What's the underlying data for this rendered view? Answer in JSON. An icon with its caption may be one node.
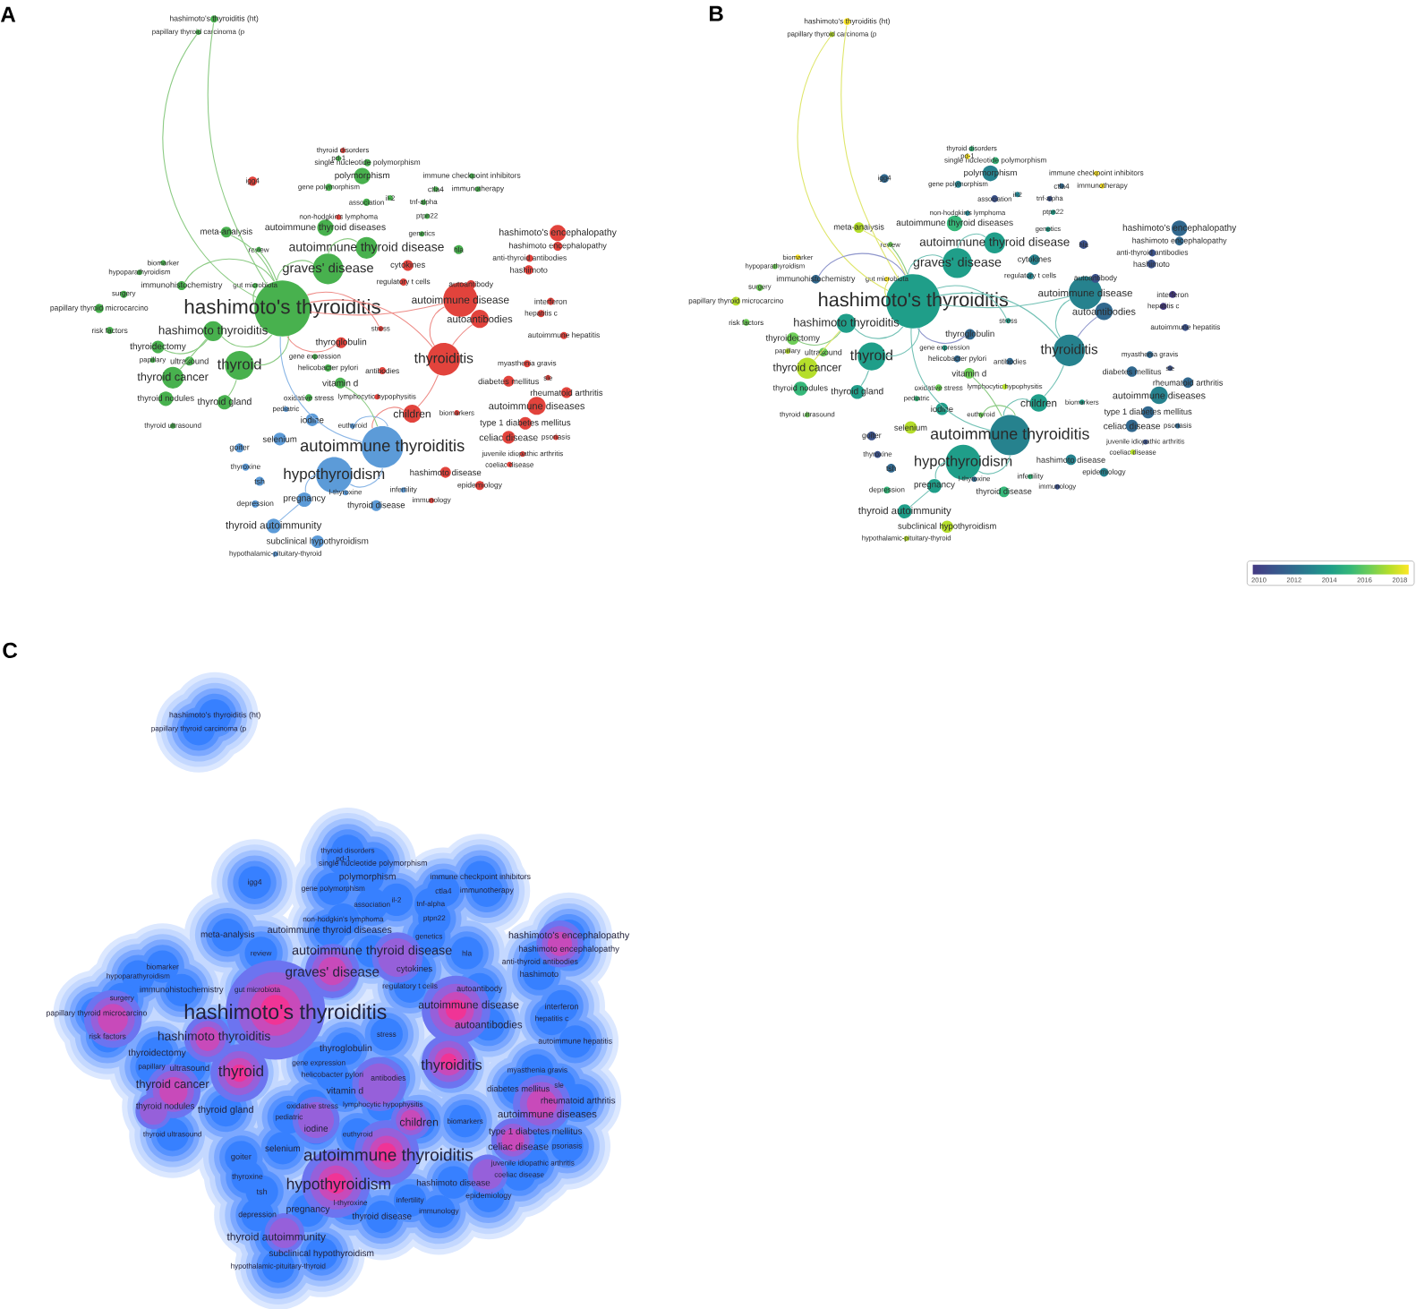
{
  "diagram": {
    "nodes": [
      {
        "text": [
          "hashimoto's thyroiditis (ht)"
        ]
      },
      {
        "text": [
          "papillary thyroid carcinoma (p"
        ]
      },
      {
        "text": [
          "pd-1"
        ]
      },
      {
        "text": [
          "thyroid disorders"
        ]
      },
      {
        "text": [
          "single nucleotide polymorphism"
        ]
      },
      {
        "text": [
          "polymorphism"
        ]
      },
      {
        "text": [
          "igg4"
        ]
      },
      {
        "text": [
          "immune checkpoint inhibitors"
        ]
      },
      {
        "text": [
          "gene polymorphism"
        ]
      },
      {
        "text": [
          "immunotherapy"
        ]
      },
      {
        "text": [
          "ctla4"
        ]
      },
      {
        "text": [
          "association"
        ]
      },
      {
        "text": [
          "il-2"
        ]
      },
      {
        "text": [
          "tnf-alpha"
        ]
      },
      {
        "text": [
          "ptpn22"
        ]
      },
      {
        "text": [
          "non-hodgkin's lymphoma"
        ]
      },
      {
        "text": [
          "meta-analysis"
        ]
      },
      {
        "text": [
          "autoimmune thyroid diseases"
        ]
      },
      {
        "text": [
          "genetics"
        ]
      },
      {
        "text": [
          "hashimoto's encephalopathy"
        ]
      },
      {
        "text": [
          "review"
        ]
      },
      {
        "text": [
          "autoimmune thyroid disease"
        ]
      },
      {
        "text": [
          "hla"
        ]
      },
      {
        "text": [
          "hashimoto encephalopathy"
        ]
      },
      {
        "text": [
          "anti-thyroid antibodies"
        ]
      },
      {
        "text": [
          "graves' disease"
        ]
      },
      {
        "text": [
          "cytokines"
        ]
      },
      {
        "text": [
          "biomarker"
        ]
      },
      {
        "text": [
          "hashimoto"
        ]
      },
      {
        "text": [
          "hypoparathyroidism"
        ]
      },
      {
        "text": [
          "autoantibody"
        ]
      },
      {
        "text": [
          "regulatory t cells"
        ]
      },
      {
        "text": [
          "immunohistochemistry"
        ]
      },
      {
        "text": [
          "gut microbiota"
        ]
      },
      {
        "text": [
          "autoimmune disease"
        ]
      },
      {
        "text": [
          "surgery"
        ]
      },
      {
        "text": [
          "interferon"
        ]
      },
      {
        "text": [
          "hashimoto's thyroiditis"
        ]
      },
      {
        "text": [
          "papillary thyroid microcarcino"
        ]
      },
      {
        "text": [
          "hepatitis c"
        ]
      },
      {
        "text": [
          "autoantibodies"
        ]
      },
      {
        "text": [
          "risk factors"
        ]
      },
      {
        "text": [
          "hashimoto thyroiditis"
        ]
      },
      {
        "text": [
          "stress"
        ]
      },
      {
        "text": [
          "autoimmune hepatitis"
        ]
      },
      {
        "text": [
          "thyroglobulin"
        ]
      },
      {
        "text": [
          "thyroidectomy"
        ]
      },
      {
        "text": [
          "thyroiditis"
        ]
      },
      {
        "text": [
          "myasthenia gravis"
        ]
      },
      {
        "text": [
          "gene expression"
        ]
      },
      {
        "text": [
          "papillary"
        ]
      },
      {
        "text": [
          "ultrasound"
        ]
      },
      {
        "text": [
          "thyroid"
        ]
      },
      {
        "text": [
          "helicobacter pylori"
        ]
      },
      {
        "text": [
          "antibodies"
        ]
      },
      {
        "text": [
          "thyroid cancer"
        ]
      },
      {
        "text": [
          "diabetes mellitus"
        ]
      },
      {
        "text": [
          "sle"
        ]
      },
      {
        "text": [
          "vitamin d"
        ]
      },
      {
        "text": [
          "rheumatoid arthritis"
        ]
      },
      {
        "text": [
          "oxidative stress"
        ]
      },
      {
        "text": [
          "lymphocytic hypophysitis"
        ]
      },
      {
        "text": [
          "thyroid nodules"
        ]
      },
      {
        "text": [
          "thyroid gland"
        ]
      },
      {
        "text": [
          "autoimmune diseases"
        ]
      },
      {
        "text": [
          "pediatric"
        ]
      },
      {
        "text": [
          "children"
        ]
      },
      {
        "text": [
          "biomarkers"
        ]
      },
      {
        "text": [
          "iodine"
        ]
      },
      {
        "text": [
          "euthyroid"
        ]
      },
      {
        "text": [
          "thyroid ultrasound"
        ]
      },
      {
        "text": [
          "type 1 diabetes mellitus"
        ]
      },
      {
        "text": [
          "selenium"
        ]
      },
      {
        "text": [
          "autoimmune thyroiditis"
        ]
      },
      {
        "text": [
          "celiac disease"
        ]
      },
      {
        "text": [
          "psoriasis"
        ]
      },
      {
        "text": [
          "goiter"
        ]
      },
      {
        "text": [
          "juvenile idiopathic arthritis"
        ]
      },
      {
        "text": [
          "coeliac disease"
        ]
      },
      {
        "text": [
          "thyroxine"
        ]
      },
      {
        "text": [
          "hashimoto disease"
        ]
      },
      {
        "text": [
          "hypothyroidism"
        ]
      },
      {
        "text": [
          "tsh"
        ]
      },
      {
        "text": [
          "epidemiology"
        ]
      },
      {
        "text": [
          "l-thyroxine"
        ]
      },
      {
        "text": [
          "infertility"
        ]
      },
      {
        "text": [
          "pregnancy"
        ]
      },
      {
        "text": [
          "depression"
        ]
      },
      {
        "text": [
          "immunology"
        ]
      },
      {
        "text": [
          "thyroid disease"
        ]
      },
      {
        "text": [
          "thyroid autoimmunity"
        ]
      },
      {
        "text": [
          "subclinical hypothyroidism"
        ]
      },
      {
        "text": [
          "hypothalamic-pituitary-thyroid"
        ]
      },
      {
        "text": [
          "hashimoto's thyroiditis (ht)"
        ]
      },
      {
        "text": [
          "papillary thyroid carcinoma (p"
        ]
      },
      {
        "text": [
          "pd-1"
        ]
      },
      {
        "text": [
          "thyroid disorders"
        ]
      },
      {
        "text": [
          "single nucleotide polymorphism"
        ]
      },
      {
        "text": [
          "polymorphism"
        ]
      },
      {
        "text": [
          "igg4"
        ]
      },
      {
        "text": [
          "immune checkpoint inhibitors"
        ]
      },
      {
        "text": [
          "gene polymorphism"
        ]
      },
      {
        "text": [
          "immunotherapy"
        ]
      },
      {
        "text": [
          "ctla4"
        ]
      },
      {
        "text": [
          "association"
        ]
      },
      {
        "text": [
          "il-2"
        ]
      },
      {
        "text": [
          "tnf-alpha"
        ]
      },
      {
        "text": [
          "ptpn22"
        ]
      },
      {
        "text": [
          "non-hodgkin's lymphoma"
        ]
      },
      {
        "text": [
          "meta-analysis"
        ]
      },
      {
        "text": [
          "autoimmune thyroid diseases"
        ]
      },
      {
        "text": [
          "genetics"
        ]
      },
      {
        "text": [
          "hashimoto's encephalopathy"
        ]
      },
      {
        "text": [
          "review"
        ]
      },
      {
        "text": [
          "autoimmune thyroid disease"
        ]
      },
      {
        "text": [
          "hla"
        ]
      },
      {
        "text": [
          "hashimoto encephalopathy"
        ]
      },
      {
        "text": [
          "anti-thyroid antibodies"
        ]
      },
      {
        "text": [
          "graves' disease"
        ]
      },
      {
        "text": [
          "cytokines"
        ]
      },
      {
        "text": [
          "biomarker"
        ]
      },
      {
        "text": [
          "hashimoto"
        ]
      },
      {
        "text": [
          "hypoparathyroidism"
        ]
      },
      {
        "text": [
          "autoantibody"
        ]
      },
      {
        "text": [
          "regulatory t cells"
        ]
      },
      {
        "text": [
          "immunohistochemistry"
        ]
      },
      {
        "text": [
          "gut microbiota"
        ]
      },
      {
        "text": [
          "autoimmune disease"
        ]
      },
      {
        "text": [
          "surgery"
        ]
      },
      {
        "text": [
          "interferon"
        ]
      },
      {
        "text": [
          "hashimoto's thyroiditis"
        ]
      },
      {
        "text": [
          "papillary thyroid microcarcino"
        ]
      },
      {
        "text": [
          "hepatitis c"
        ]
      },
      {
        "text": [
          "autoantibodies"
        ]
      },
      {
        "text": [
          "risk factors"
        ]
      },
      {
        "text": [
          "hashimoto thyroiditis"
        ]
      },
      {
        "text": [
          "stress"
        ]
      },
      {
        "text": [
          "autoimmune hepatitis"
        ]
      },
      {
        "text": [
          "thyroglobulin"
        ]
      },
      {
        "text": [
          "thyroidectomy"
        ]
      },
      {
        "text": [
          "thyroiditis"
        ]
      },
      {
        "text": [
          "myasthenia gravis"
        ]
      },
      {
        "text": [
          "gene expression"
        ]
      },
      {
        "text": [
          "papillary"
        ]
      },
      {
        "text": [
          "ultrasound"
        ]
      },
      {
        "text": [
          "thyroid"
        ]
      },
      {
        "text": [
          "helicobacter pylori"
        ]
      },
      {
        "text": [
          "antibodies"
        ]
      },
      {
        "text": [
          "thyroid cancer"
        ]
      },
      {
        "text": [
          "diabetes mellitus"
        ]
      },
      {
        "text": [
          "sle"
        ]
      },
      {
        "text": [
          "vitamin d"
        ]
      },
      {
        "text": [
          "rheumatoid arthritis"
        ]
      },
      {
        "text": [
          "oxidative stress"
        ]
      },
      {
        "text": [
          "lymphocytic hypophysitis"
        ]
      },
      {
        "text": [
          "thyroid nodules"
        ]
      },
      {
        "text": [
          "thyroid gland"
        ]
      },
      {
        "text": [
          "autoimmune diseases"
        ]
      },
      {
        "text": [
          "pediatric"
        ]
      },
      {
        "text": [
          "children"
        ]
      },
      {
        "text": [
          "biomarkers"
        ]
      },
      {
        "text": [
          "iodine"
        ]
      },
      {
        "text": [
          "euthyroid"
        ]
      },
      {
        "text": [
          "thyroid ultrasound"
        ]
      },
      {
        "text": [
          "type 1 diabetes mellitus"
        ]
      },
      {
        "text": [
          "selenium"
        ]
      },
      {
        "text": [
          "autoimmune thyroiditis"
        ]
      },
      {
        "text": [
          "celiac disease"
        ]
      },
      {
        "text": [
          "psoriasis"
        ]
      },
      {
        "text": [
          "goiter"
        ]
      },
      {
        "text": [
          "juvenile idiopathic arthritis"
        ]
      },
      {
        "text": [
          "coeliac disease"
        ]
      },
      {
        "text": [
          "thyroxine"
        ]
      },
      {
        "text": [
          "hashimoto disease"
        ]
      },
      {
        "text": [
          "hypothyroidism"
        ]
      },
      {
        "text": [
          "tsh"
        ]
      },
      {
        "text": [
          "epidemiology"
        ]
      },
      {
        "text": [
          "l-thyroxine"
        ]
      },
      {
        "text": [
          "infertility"
        ]
      },
      {
        "text": [
          "pregnancy"
        ]
      },
      {
        "text": [
          "depression"
        ]
      },
      {
        "text": [
          "immunology"
        ]
      },
      {
        "text": [
          "thyroid disease"
        ]
      },
      {
        "text": [
          "thyroid autoimmunity"
        ]
      },
      {
        "text": [
          "subclinical hypothyroidism"
        ]
      },
      {
        "text": [
          "hypothalamic-pituitary-thyroid"
        ]
      }
    ],
    "edges": [
      {
        "from": 37,
        "to": 0,
        "arrow": "none"
      },
      {
        "from": 37,
        "to": 1,
        "arrow": "none"
      },
      {
        "from": 37,
        "to": 16,
        "arrow": "none"
      },
      {
        "from": 37,
        "to": 20,
        "arrow": "none"
      },
      {
        "from": 25,
        "to": 21,
        "arrow": "none"
      },
      {
        "from": 37,
        "to": 25,
        "arrow": "none"
      },
      {
        "from": 37,
        "to": 32,
        "arrow": "none"
      },
      {
        "from": 37,
        "to": 33,
        "arrow": "none"
      },
      {
        "from": 37,
        "to": 34,
        "arrow": "none",
        "color": "#ee8d88"
      },
      {
        "from": 37,
        "to": 42,
        "arrow": "none"
      },
      {
        "from": 37,
        "to": 43,
        "arrow": "none",
        "color": "#ee8d88"
      },
      {
        "from": 37,
        "to": 45,
        "arrow": "none",
        "color": "#ee8d88"
      },
      {
        "from": 37,
        "to": 47,
        "arrow": "none",
        "color": "#ee8d88"
      },
      {
        "from": 37,
        "to": 52,
        "arrow": "none"
      },
      {
        "from": 37,
        "to": 73,
        "arrow": "none",
        "color": "#8ab6e6"
      },
      {
        "from": 73,
        "to": 81,
        "arrow": "none",
        "color": "#8ab6e6"
      },
      {
        "from": 73,
        "to": 66,
        "arrow": "none",
        "color": "#ee8d88"
      },
      {
        "from": 73,
        "to": 69,
        "arrow": "none",
        "color": "#8ab6e6"
      },
      {
        "from": 73,
        "to": 58,
        "arrow": "none"
      },
      {
        "from": 47,
        "to": 34,
        "arrow": "none",
        "color": "#ee8d88"
      },
      {
        "from": 47,
        "to": 40,
        "arrow": "none",
        "color": "#ee8d88"
      },
      {
        "from": 47,
        "to": 66,
        "arrow": "none",
        "color": "#ee8d88"
      },
      {
        "from": 81,
        "to": 86,
        "arrow": "none",
        "color": "#8ab6e6"
      },
      {
        "from": 86,
        "to": 90,
        "arrow": "none",
        "color": "#8ab6e6"
      },
      {
        "from": 42,
        "to": 46,
        "arrow": "none"
      },
      {
        "from": 42,
        "to": 55,
        "arrow": "none"
      },
      {
        "from": 52,
        "to": 63,
        "arrow": "none"
      },
      {
        "from": 130,
        "to": 93,
        "arrow": "none",
        "color": "#dfe66c"
      },
      {
        "from": 130,
        "to": 94,
        "arrow": "none",
        "color": "#dfe66c"
      },
      {
        "from": 130,
        "to": 109,
        "arrow": "none",
        "color": "#dfe66c"
      },
      {
        "from": 130,
        "to": 113,
        "arrow": "none"
      },
      {
        "from": 118,
        "to": 114,
        "arrow": "none",
        "color": "#74c2b6"
      },
      {
        "from": 130,
        "to": 118,
        "arrow": "none",
        "color": "#74c2b6"
      },
      {
        "from": 130,
        "to": 125,
        "arrow": "none",
        "color": "#8f96cc"
      },
      {
        "from": 130,
        "to": 126,
        "arrow": "none",
        "color": "#dfe66c"
      },
      {
        "from": 130,
        "to": 127,
        "arrow": "none",
        "color": "#74c2b6"
      },
      {
        "from": 130,
        "to": 135,
        "arrow": "none",
        "color": "#74c2b6"
      },
      {
        "from": 130,
        "to": 136,
        "arrow": "none",
        "color": "#74c2b6"
      },
      {
        "from": 130,
        "to": 138,
        "arrow": "none",
        "color": "#8f96cc"
      },
      {
        "from": 130,
        "to": 140,
        "arrow": "none",
        "color": "#74c2b6"
      },
      {
        "from": 130,
        "to": 145,
        "arrow": "none",
        "color": "#74c2b6"
      },
      {
        "from": 130,
        "to": 166,
        "arrow": "none",
        "color": "#74c2b6"
      },
      {
        "from": 166,
        "to": 174,
        "arrow": "none",
        "color": "#74c2b6"
      },
      {
        "from": 166,
        "to": 159,
        "arrow": "none",
        "color": "#74c2b6"
      },
      {
        "from": 166,
        "to": 162,
        "arrow": "none"
      },
      {
        "from": 166,
        "to": 151,
        "arrow": "none"
      },
      {
        "from": 140,
        "to": 127,
        "arrow": "none",
        "color": "#74c2b6"
      },
      {
        "from": 140,
        "to": 133,
        "arrow": "none",
        "color": "#8f96cc"
      },
      {
        "from": 140,
        "to": 159,
        "arrow": "none",
        "color": "#74c2b6"
      },
      {
        "from": 174,
        "to": 179,
        "arrow": "none",
        "color": "#74c2b6"
      },
      {
        "from": 179,
        "to": 183,
        "arrow": "none",
        "color": "#74c2b6"
      },
      {
        "from": 135,
        "to": 139,
        "arrow": "none"
      },
      {
        "from": 135,
        "to": 148,
        "arrow": "none",
        "color": "#dfe66c"
      },
      {
        "from": 145,
        "to": 156,
        "arrow": "none",
        "color": "#74c2b6"
      }
    ],
    "labels": [
      "A",
      "B",
      "2010",
      "2012",
      "2014",
      "2016",
      "2018",
      "C",
      "hashimoto's thyroiditis (ht)",
      "papillary thyroid carcinoma (p",
      "pd-1",
      "thyroid disorders",
      "single nucleotide polymorphism",
      "polymorphism",
      "igg4",
      "immune checkpoint inhibitors",
      "gene polymorphism",
      "immunotherapy",
      "ctla4",
      "association",
      "il-2",
      "tnf-alpha",
      "ptpn22",
      "non-hodgkin's lymphoma",
      "meta-analysis",
      "autoimmune thyroid diseases",
      "genetics",
      "hashimoto's encephalopathy",
      "review",
      "autoimmune thyroid disease",
      "hla",
      "hashimoto encephalopathy",
      "anti-thyroid antibodies",
      "graves' disease",
      "cytokines",
      "biomarker",
      "hashimoto",
      "hypoparathyroidism",
      "autoantibody",
      "regulatory t cells",
      "immunohistochemistry",
      "gut microbiota",
      "autoimmune disease",
      "surgery",
      "interferon",
      "hashimoto's thyroiditis",
      "papillary thyroid microcarcino",
      "hepatitis c",
      "autoantibodies",
      "risk factors",
      "hashimoto thyroiditis",
      "stress",
      "autoimmune hepatitis",
      "thyroglobulin",
      "thyroidectomy",
      "thyroiditis",
      "myasthenia gravis",
      "gene expression",
      "papillary",
      "ultrasound",
      "thyroid",
      "helicobacter pylori",
      "antibodies",
      "thyroid cancer",
      "diabetes mellitus",
      "sle",
      "vitamin d",
      "rheumatoid arthritis",
      "oxidative stress",
      "lymphocytic hypophysitis",
      "thyroid nodules",
      "thyroid gland",
      "autoimmune diseases",
      "pediatric",
      "children",
      "biomarkers",
      "iodine",
      "euthyroid",
      "thyroid ultrasound",
      "type 1 diabetes mellitus",
      "selenium",
      "autoimmune thyroiditis",
      "celiac disease",
      "psoriasis",
      "goiter",
      "juvenile idiopathic arthritis",
      "coeliac disease",
      "thyroxine",
      "hashimoto disease",
      "hypothyroidism",
      "tsh",
      "epidemiology",
      "l-thyroxine",
      "infertility",
      "pregnancy",
      "depression",
      "immunology",
      "thyroid disease",
      "thyroid autoimmunity",
      "subclinical hypothyroidism",
      "hypothalamic-pituitary-thyroid"
    ]
  }
}
